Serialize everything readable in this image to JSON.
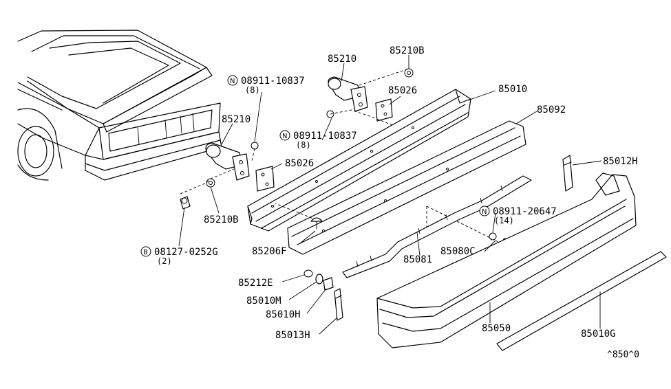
{
  "labels": {
    "p85210_top": "85210",
    "p85210b_top": "85210B",
    "p85026_top": "85026",
    "p85010": "85010",
    "p85092": "85092",
    "n08911_10837_a": "08911-10837",
    "qty8_a": "(8)",
    "n08911_10837_b": "08911-10837",
    "qty8_b": "(8)",
    "p85210_left": "85210",
    "p85026_left": "85026",
    "p85012h": "85012H",
    "p85210b_left": "85210B",
    "b08127": "08127-0252G",
    "qty2": "(2)",
    "n08911_20647": "08911-20647",
    "qty14": "(14)",
    "p85206f": "85206F",
    "p85081": "85081",
    "p85080c": "85080C",
    "p85212e": "85212E",
    "p85010m": "85010M",
    "p85010h": "85010H",
    "p85013h": "85013H",
    "p85050": "85050",
    "p85010g": "85010G",
    "code": "^850^0"
  },
  "markers": {
    "n": "N",
    "b": "B"
  }
}
